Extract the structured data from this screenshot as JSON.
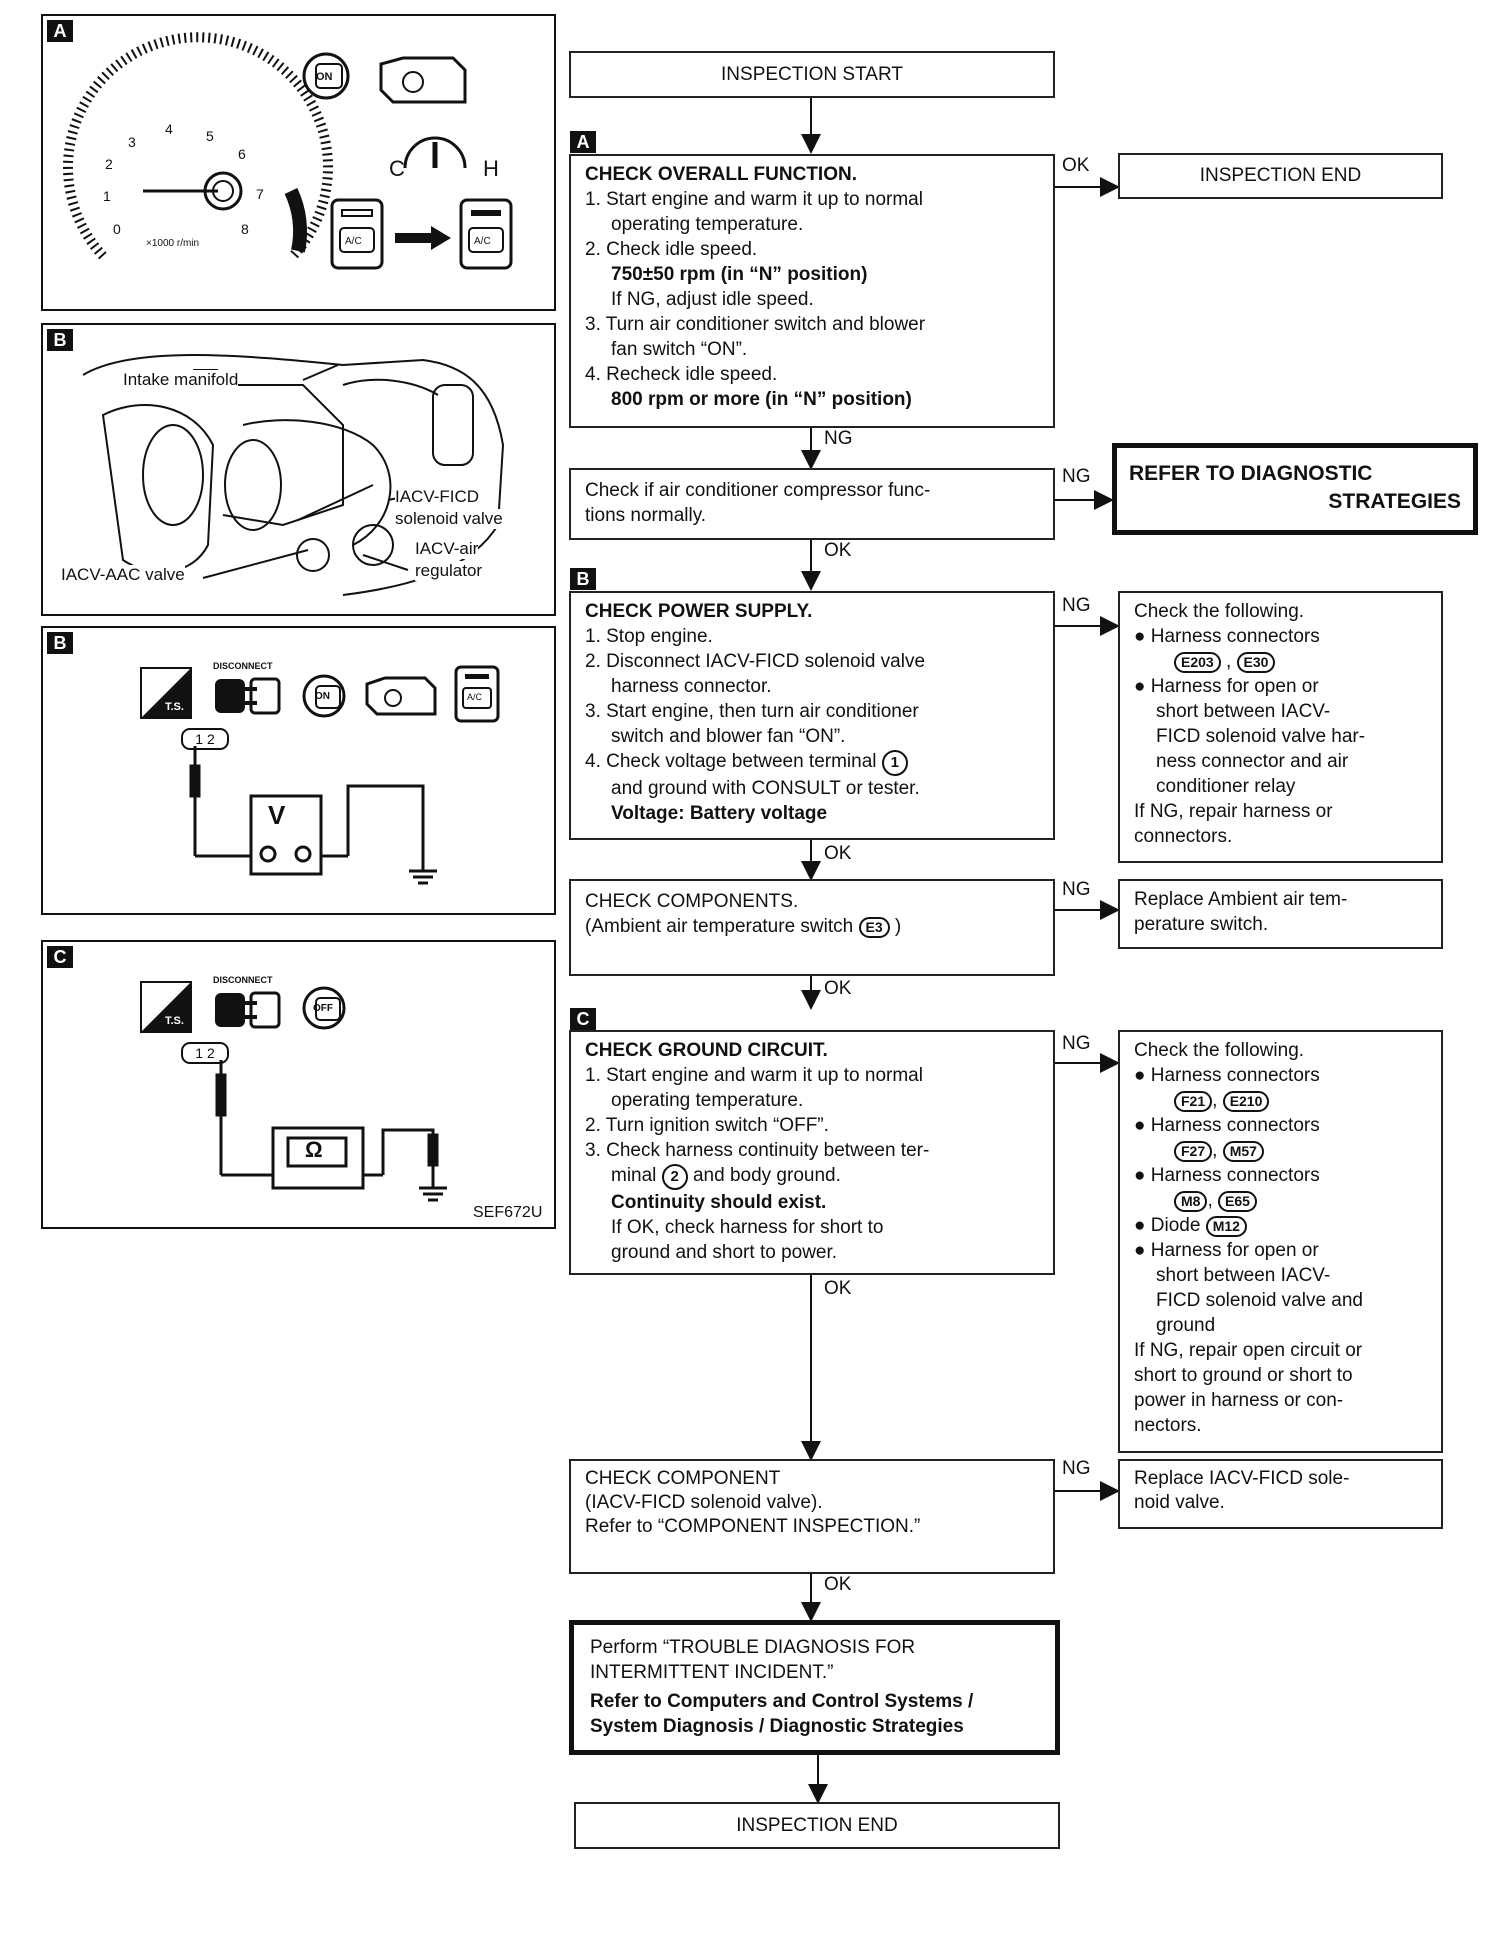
{
  "panels": {
    "A": {
      "letter": "A",
      "rpm_unit": "×1000 r/min",
      "gauge_c": "C",
      "gauge_h": "H",
      "ac": "A/C",
      "key_on": "ON",
      "ticks": [
        "0",
        "1",
        "2",
        "3",
        "4",
        "5",
        "6",
        "7",
        "8"
      ]
    },
    "B1": {
      "letter": "B",
      "intake_manifold": "Intake manifold",
      "iacv_ficd": "IACV-FICD",
      "solenoid_valve": "solenoid valve",
      "iacv_air": "IACV-air",
      "regulator": "regulator",
      "iacv_aac": "IACV-AAC valve"
    },
    "B2": {
      "letter": "B",
      "ts": "T.S.",
      "disconnect": "DISCONNECT",
      "key_on": "ON",
      "ac": "A/C",
      "terminals": "1 2",
      "meter": "V"
    },
    "C": {
      "letter": "C",
      "ts": "T.S.",
      "disconnect": "DISCONNECT",
      "key_off": "OFF",
      "terminals": "1 2",
      "meter": "Ω",
      "code": "SEF672U"
    }
  },
  "flow": {
    "start": "INSPECTION START",
    "end_top": "INSPECTION END",
    "end_bottom": "INSPECTION END",
    "labels": {
      "ok": "OK",
      "ng": "NG"
    },
    "stepA": {
      "letter": "A",
      "title": "CHECK OVERALL FUNCTION.",
      "l1": "1. Start engine and warm it up to normal",
      "l1b": "operating temperature.",
      "l2": "2. Check idle speed.",
      "l2spec": "750±50 rpm (in “N” position)",
      "l2note": "If NG, adjust idle speed.",
      "l3": "3. Turn air conditioner switch and blower",
      "l3b": "fan switch “ON”.",
      "l4": "4. Recheck idle speed.",
      "l4spec": "800 rpm or more (in “N” position)"
    },
    "compressor": {
      "l1": "Check if air conditioner compressor func-",
      "l2": "tions normally."
    },
    "refer": {
      "l1": "REFER TO DIAGNOSTIC",
      "l2": "STRATEGIES"
    },
    "stepB": {
      "letter": "B",
      "title": "CHECK POWER SUPPLY.",
      "l1": "1. Stop engine.",
      "l2": "2. Disconnect IACV-FICD solenoid valve",
      "l2b": "harness connector.",
      "l3": "3. Start engine, then turn air conditioner",
      "l3b": "switch and blower fan “ON”.",
      "l4a": "4. Check voltage between terminal",
      "l4term": "1",
      "l4b": "and ground with CONSULT or tester.",
      "spec": "Voltage: Battery voltage"
    },
    "stepB_ng": {
      "title": "Check the following.",
      "b1": "Harness connectors",
      "b1c1": "E203",
      "sep1": ",",
      "b1c2": "E30",
      "b2a": "Harness for open or",
      "b2b": "short between IACV-",
      "b2c": "FICD solenoid valve har-",
      "b2d": "ness connector and air",
      "b2e": "conditioner relay",
      "n1": "If NG, repair harness or",
      "n2": "connectors."
    },
    "components": {
      "l1": "CHECK COMPONENTS.",
      "l2a": "(Ambient air temperature switch",
      "conn": "E3",
      "l2b": ")"
    },
    "components_ng": {
      "l1": "Replace Ambient air tem-",
      "l2": "perature switch."
    },
    "stepC": {
      "letter": "C",
      "title": "CHECK GROUND CIRCUIT.",
      "l1": "1. Start engine and warm it up to normal",
      "l1b": "operating temperature.",
      "l2": "2. Turn ignition switch “OFF”.",
      "l3": "3. Check harness continuity between ter-",
      "l3b_pre": "minal",
      "l3term": "2",
      "l3b_post": "and body ground.",
      "spec": "Continuity should exist.",
      "n1": "If OK, check harness for short to",
      "n2": "ground and short to power."
    },
    "stepC_ng": {
      "title": "Check the following.",
      "h1": "Harness connectors",
      "h1c1": "F21",
      "h1c2": "E210",
      "h2": "Harness connectors",
      "h2c1": "F27",
      "h2c2": "M57",
      "h3": "Harness connectors",
      "h3c1": "M8",
      "h3c2": "E65",
      "d1": "Diode",
      "d1c": "M12",
      "o1": "Harness for open or",
      "o2": "short between IACV-",
      "o3": "FICD solenoid valve and",
      "o4": "ground",
      "n1": "If NG, repair open circuit or",
      "n2": "short to ground or short to",
      "n3": "power in harness or con-",
      "n4": "nectors.",
      "comma": ","
    },
    "component": {
      "l1": "CHECK COMPONENT",
      "l2": "(IACV-FICD solenoid valve).",
      "l3": "Refer to “COMPONENT INSPECTION.”"
    },
    "component_ng": {
      "l1": "Replace IACV-FICD sole-",
      "l2": "noid valve."
    },
    "perform": {
      "l1": "Perform “TROUBLE DIAGNOSIS FOR",
      "l2": "INTERMITTENT INCIDENT.”",
      "l3": "Refer to Computers and Control Systems /",
      "l4": "System Diagnosis / Diagnostic Strategies"
    }
  }
}
